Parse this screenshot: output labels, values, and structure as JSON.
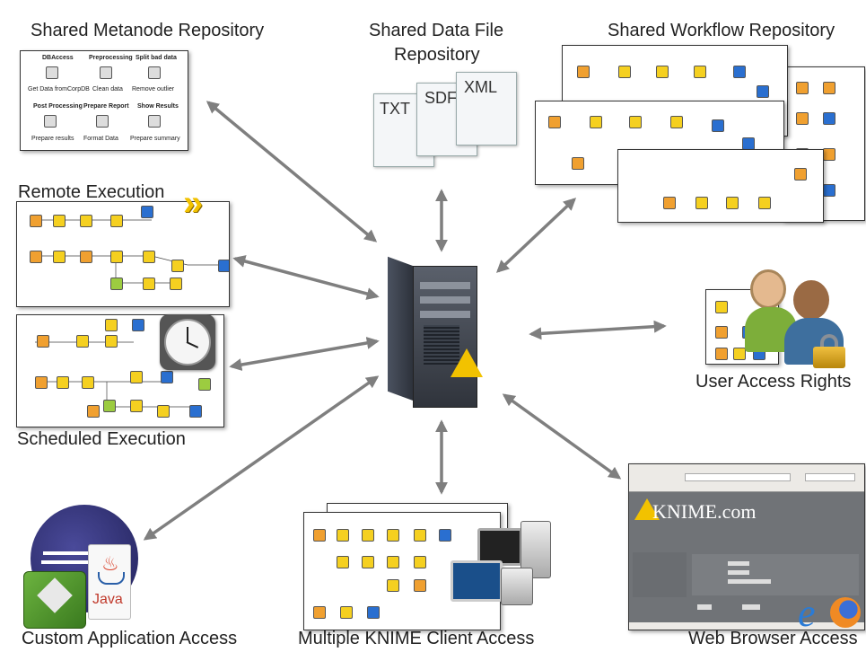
{
  "labels": {
    "metanode_repo": "Shared Metanode Repository",
    "data_file_repo_line1": "Shared Data File",
    "data_file_repo_line2": "Repository",
    "workflow_repo": "Shared Workflow Repository",
    "remote_execution": "Remote Execution",
    "scheduled_execution": "Scheduled Execution",
    "user_access_rights": "User Access Rights",
    "custom_app_access": "Custom Application Access",
    "multi_client_access": "Multiple KNIME Client Access",
    "web_browser_access": "Web Browser Access"
  },
  "metanodes": [
    {
      "title": "DBAccess",
      "caption": "Get Data fromCorpDB"
    },
    {
      "title": "Preprocessing",
      "caption": "Clean data"
    },
    {
      "title": "Split bad data",
      "caption": "Remove outlier"
    },
    {
      "title": "Post Processing",
      "caption": "Prepare results"
    },
    {
      "title": "Prepare Report",
      "caption": "Format Data"
    },
    {
      "title": "Show Results",
      "caption": "Prepare summary"
    }
  ],
  "file_types": [
    "TXT",
    "SDF",
    "XML"
  ],
  "java_label": "Java",
  "browser_brand": "KNIME.com",
  "colors": {
    "arrow": "#7f7f7f",
    "server_dark": "#3a3f48",
    "knime_yellow": "#f2c200",
    "browser_bg": "#707377"
  }
}
